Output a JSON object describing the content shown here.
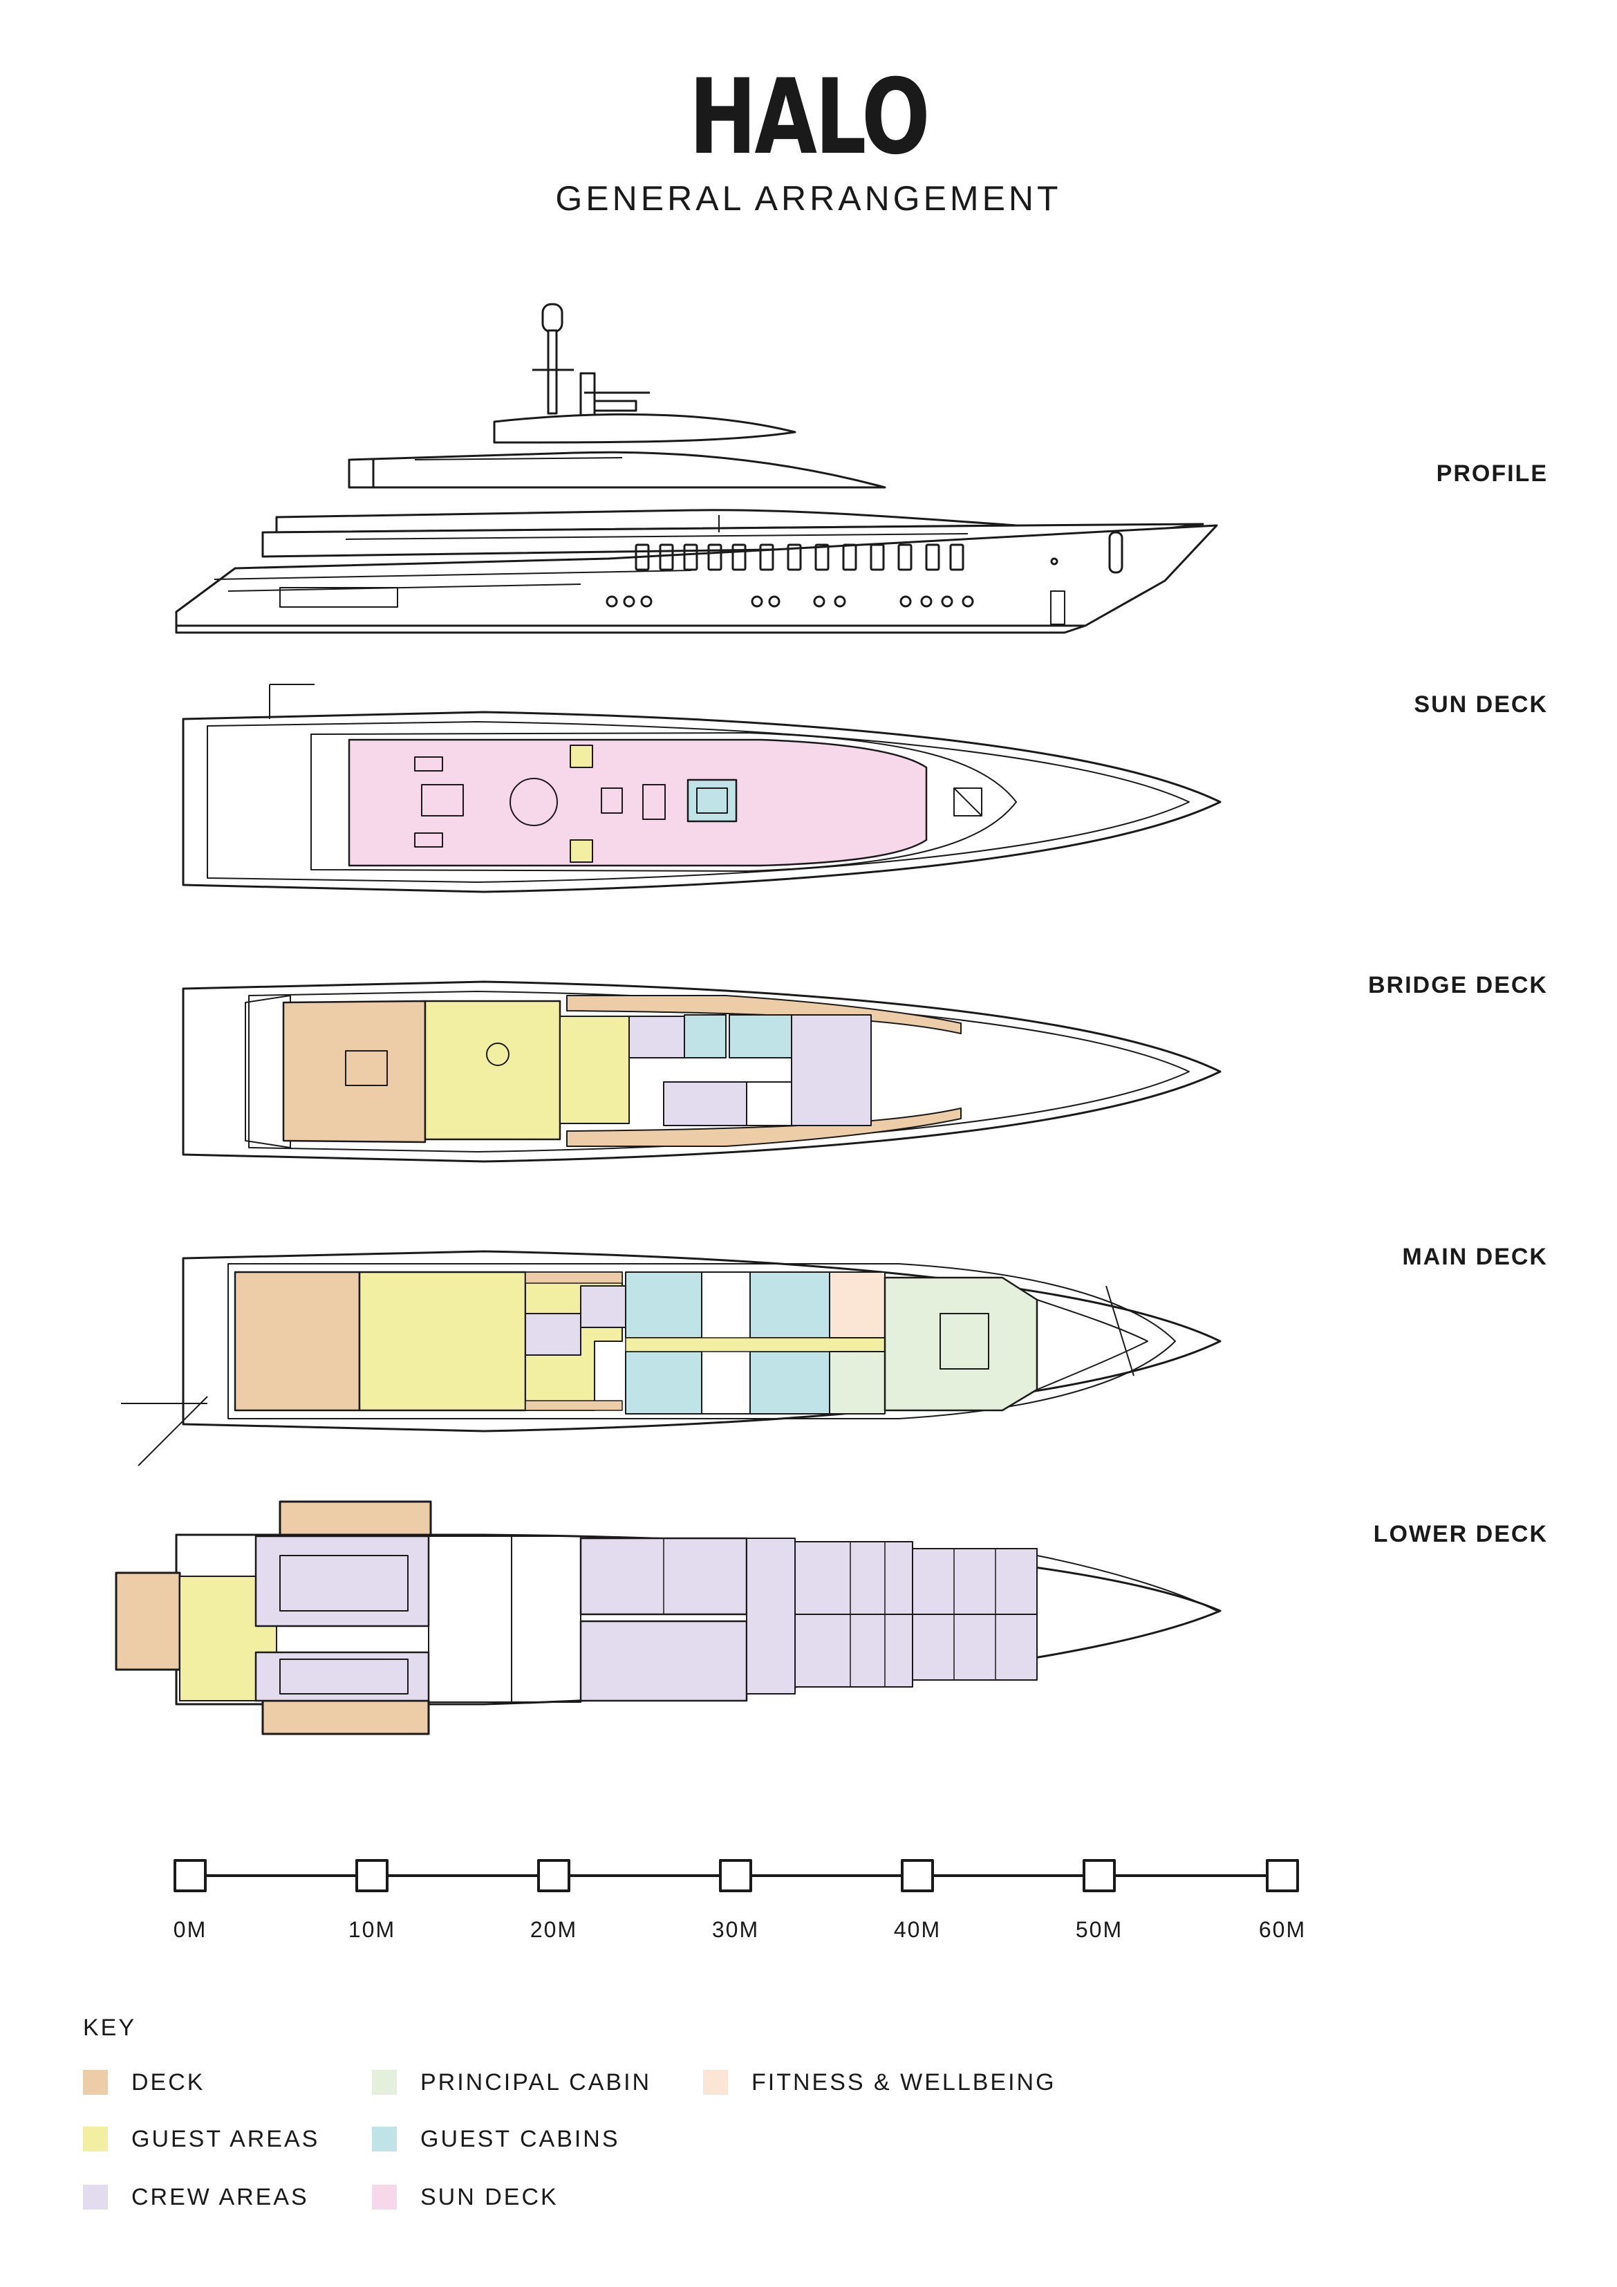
{
  "header": {
    "title": "HALO",
    "subtitle": "GENERAL ARRANGEMENT"
  },
  "decks": [
    {
      "label": "PROFILE"
    },
    {
      "label": "SUN DECK"
    },
    {
      "label": "BRIDGE DECK"
    },
    {
      "label": "MAIN DECK"
    },
    {
      "label": "LOWER DECK"
    }
  ],
  "scale": {
    "ticks": [
      "0M",
      "10M",
      "20M",
      "30M",
      "40M",
      "50M",
      "60M"
    ]
  },
  "key": {
    "heading": "KEY",
    "items": [
      {
        "label": "DECK",
        "color": "#eccda8"
      },
      {
        "label": "GUEST AREAS",
        "color": "#f3efa2"
      },
      {
        "label": "CREW AREAS",
        "color": "#e3dbee"
      },
      {
        "label": "PRINCIPAL CABIN",
        "color": "#e4f0dc"
      },
      {
        "label": "GUEST CABINS",
        "color": "#bfe3e6"
      },
      {
        "label": "SUN DECK",
        "color": "#f7d7ea"
      },
      {
        "label": "FITNESS & WELLBEING",
        "color": "#fbe6d6"
      }
    ]
  },
  "colors": {
    "line": "#1a1a1a"
  }
}
